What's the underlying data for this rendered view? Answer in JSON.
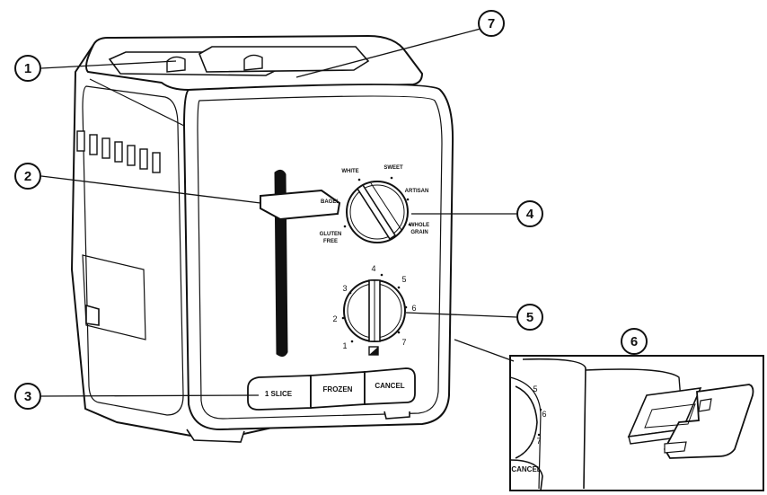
{
  "callouts": [
    "1",
    "2",
    "3",
    "4",
    "5",
    "6",
    "7"
  ],
  "bread_select": {
    "options": [
      "WHITE",
      "SWEET",
      "ARTISAN",
      "WHOLE",
      "GRAIN",
      "GLUTEN",
      "FREE",
      "BAGEL"
    ]
  },
  "shade_dial": {
    "numbers": [
      "1",
      "2",
      "3",
      "4",
      "5",
      "6",
      "7"
    ]
  },
  "buttons": [
    "1 SLICE",
    "FROZEN",
    "CANCEL"
  ],
  "inset": {
    "numbers": [
      "5",
      "6",
      "7"
    ],
    "cancel_label": "CANCEL"
  }
}
